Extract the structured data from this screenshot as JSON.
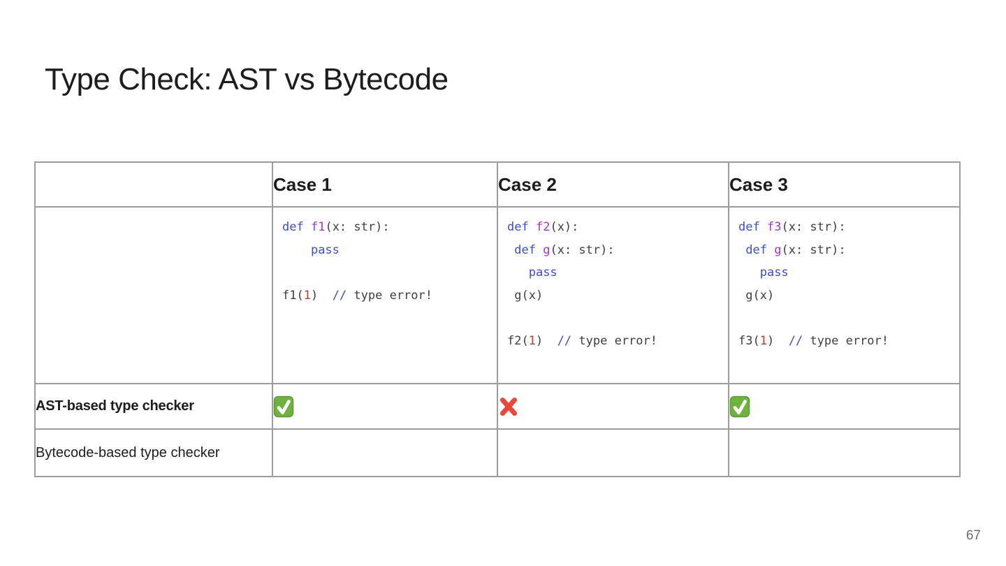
{
  "slide": {
    "title": "Type Check: AST vs Bytecode",
    "page_number": "67"
  },
  "colors": {
    "code_keyword": "#3d4ec6",
    "code_function_def": "#a435c9",
    "code_number": "#ba3b2e",
    "code_plain": "#3f3f3f",
    "table_border": "#9d9d9d",
    "check_green": "#6fb23e",
    "check_green_edge": "#5e9c32",
    "cross_red": "#e8473c"
  },
  "table": {
    "headers": [
      "",
      "Case 1",
      "Case 2",
      "Case 3"
    ],
    "code_cells": [
      [
        [
          {
            "t": "def",
            "c": "kw"
          },
          {
            "t": " ",
            "c": "pl"
          },
          {
            "t": "f1",
            "c": "fn"
          },
          {
            "t": "(x: str):",
            "c": "pl"
          }
        ],
        [
          {
            "t": "    ",
            "c": "pl"
          },
          {
            "t": "pass",
            "c": "kw"
          }
        ],
        [],
        [
          {
            "t": "f1(",
            "c": "pl"
          },
          {
            "t": "1",
            "c": "num"
          },
          {
            "t": ")  ",
            "c": "pl"
          },
          {
            "t": "//",
            "c": "kw"
          },
          {
            "t": " type error!",
            "c": "pl"
          }
        ]
      ],
      [
        [
          {
            "t": "def",
            "c": "kw"
          },
          {
            "t": " ",
            "c": "pl"
          },
          {
            "t": "f2",
            "c": "fn"
          },
          {
            "t": "(x):",
            "c": "pl"
          }
        ],
        [
          {
            "t": " ",
            "c": "pl"
          },
          {
            "t": "def",
            "c": "kw"
          },
          {
            "t": " ",
            "c": "pl"
          },
          {
            "t": "g",
            "c": "fn"
          },
          {
            "t": "(x: str):",
            "c": "pl"
          }
        ],
        [
          {
            "t": "   ",
            "c": "pl"
          },
          {
            "t": "pass",
            "c": "kw"
          }
        ],
        [
          {
            "t": " g(x)",
            "c": "pl"
          }
        ],
        [],
        [
          {
            "t": "f2(",
            "c": "pl"
          },
          {
            "t": "1",
            "c": "num"
          },
          {
            "t": ")  ",
            "c": "pl"
          },
          {
            "t": "//",
            "c": "kw"
          },
          {
            "t": " type error!",
            "c": "pl"
          }
        ]
      ],
      [
        [
          {
            "t": "def",
            "c": "kw"
          },
          {
            "t": " ",
            "c": "pl"
          },
          {
            "t": "f3",
            "c": "fn"
          },
          {
            "t": "(x: str):",
            "c": "pl"
          }
        ],
        [
          {
            "t": " ",
            "c": "pl"
          },
          {
            "t": "def",
            "c": "kw"
          },
          {
            "t": " ",
            "c": "pl"
          },
          {
            "t": "g",
            "c": "fn"
          },
          {
            "t": "(x: str):",
            "c": "pl"
          }
        ],
        [
          {
            "t": "   ",
            "c": "pl"
          },
          {
            "t": "pass",
            "c": "kw"
          }
        ],
        [
          {
            "t": " g(x)",
            "c": "pl"
          }
        ],
        [],
        [
          {
            "t": "f3(",
            "c": "pl"
          },
          {
            "t": "1",
            "c": "num"
          },
          {
            "t": ")  ",
            "c": "pl"
          },
          {
            "t": "//",
            "c": "kw"
          },
          {
            "t": " type error!",
            "c": "pl"
          }
        ]
      ]
    ],
    "rows": [
      {
        "label": "AST-based type checker",
        "bold": true,
        "results": [
          "check",
          "cross",
          "check"
        ]
      },
      {
        "label": "Bytecode-based type checker",
        "bold": false,
        "results": [
          "",
          "",
          ""
        ]
      }
    ],
    "icons": {
      "check": "check-icon",
      "cross": "cross-icon"
    }
  }
}
